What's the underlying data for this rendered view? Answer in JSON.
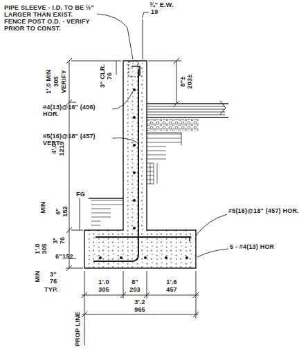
{
  "diagram": {
    "labels": [
      "PIPE SLEEVE - I.D. TO BE ½\" LARGER THAN EXIST. FENCE POST O.D. - VERIFY PRIOR TO CONST.",
      "¾\" E.W.",
      "19",
      "1'.0 MIN",
      "305",
      "VERIFY",
      "3\" CLR.",
      "76",
      "8\"±",
      "203±",
      "#4(13)@16\" (406) HOR.",
      "#5(16)@18\" (457) VERT",
      "4'.0",
      "1219",
      "MIN",
      "6\"",
      "152",
      "FG",
      "1'.0",
      "305",
      "3\"",
      "76",
      "6\"",
      "152",
      "MIN",
      "3\"",
      "76",
      "TYP.",
      "#5(16)@18\" (457) HOR.",
      "5 - #4(13) HOR",
      "1'.0",
      "305",
      "8\"",
      "203",
      "1'.6",
      "457",
      "3'.2",
      "965",
      "PROP LINE"
    ]
  }
}
